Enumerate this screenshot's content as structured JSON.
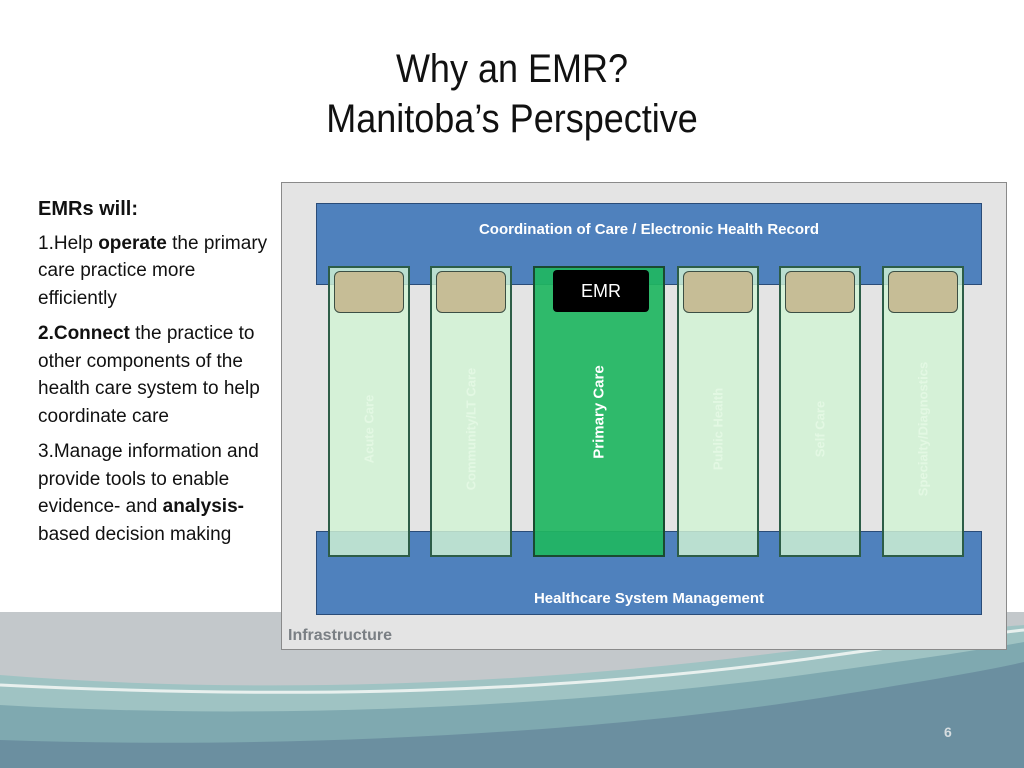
{
  "slide": {
    "title_line1": "Why an EMR?",
    "title_line2": "Manitoba’s Perspective",
    "page_number": "6"
  },
  "text": {
    "heading": "EMRs will:",
    "item1": {
      "prefix": "1.Help ",
      "bold": "operate",
      "rest": " the primary care practice more efficiently"
    },
    "item2": {
      "bold": "2.Connect",
      "rest": " the practice to other components of the health care system to help coordinate care"
    },
    "item3": {
      "prefix": "3.Manage information and provide tools to enable evidence- and ",
      "bold": "analysis-",
      "rest": "based decision making"
    }
  },
  "diagram": {
    "top_band": "Coordination of Care / Electronic Health Record",
    "bottom_band": "Healthcare System Management",
    "infrastructure": "Infrastructure",
    "emr_badge": "EMR",
    "pillars": [
      {
        "label": "Acute Care"
      },
      {
        "label": "Community/LT Care"
      },
      {
        "label": "Primary Care"
      },
      {
        "label": "Public Health"
      },
      {
        "label": "Self Care"
      },
      {
        "label": "Specialty/Diagnostics"
      }
    ]
  },
  "colors": {
    "band_blue": "#4f81bd",
    "primary_green": "#1fb661",
    "pillar_light": "#d2f4d4",
    "cap": "#c6bd96"
  }
}
